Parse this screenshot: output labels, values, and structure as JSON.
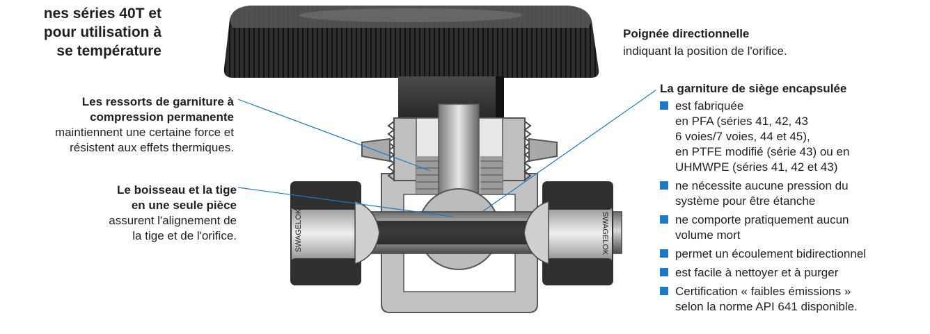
{
  "title": {
    "lines": [
      "nes séries 40T et",
      "pour utilisation à",
      "se température"
    ]
  },
  "callouts": {
    "springs": {
      "heading": [
        "Les ressorts de garniture à",
        "compression permanente"
      ],
      "body": [
        "maintiennent une certaine force et",
        "résistent aux effets thermiques."
      ]
    },
    "ball": {
      "heading": [
        "Le boisseau et la tige",
        "en une seule pièce"
      ],
      "body": [
        "assurent l'alignement de",
        "la tige et de l'orifice."
      ]
    },
    "handle": {
      "heading": "Poignée directionnelle",
      "body": "indiquant la position de l'orifice."
    },
    "seat": {
      "heading": "La garniture de siège encapsulée",
      "items": [
        "est fabriquée\nen PFA (séries 41, 42, 43\n6 voies/7 voies, 44 et 45),\nen PTFE modifié (série 43) ou en\nUHMWPE (séries 41, 42 et 43)",
        "ne nécessite aucune pression du\nsystème pour être étanche",
        "ne comporte pratiquement aucun\nvolume mort",
        "permet un écoulement bidirectionnel",
        "est facile à nettoyer et à purger",
        "Certification « faibles émissions »\nselon la norme API 641 disponible."
      ]
    }
  },
  "illustration": {
    "nut_label_left": "SWAGELOK",
    "nut_label_right": "SWAGELOK"
  },
  "colors": {
    "accent": "#1a7ac7",
    "handle": "#2b2b2b",
    "body": "#c9c9c9",
    "leader": "#1a7ac7"
  }
}
